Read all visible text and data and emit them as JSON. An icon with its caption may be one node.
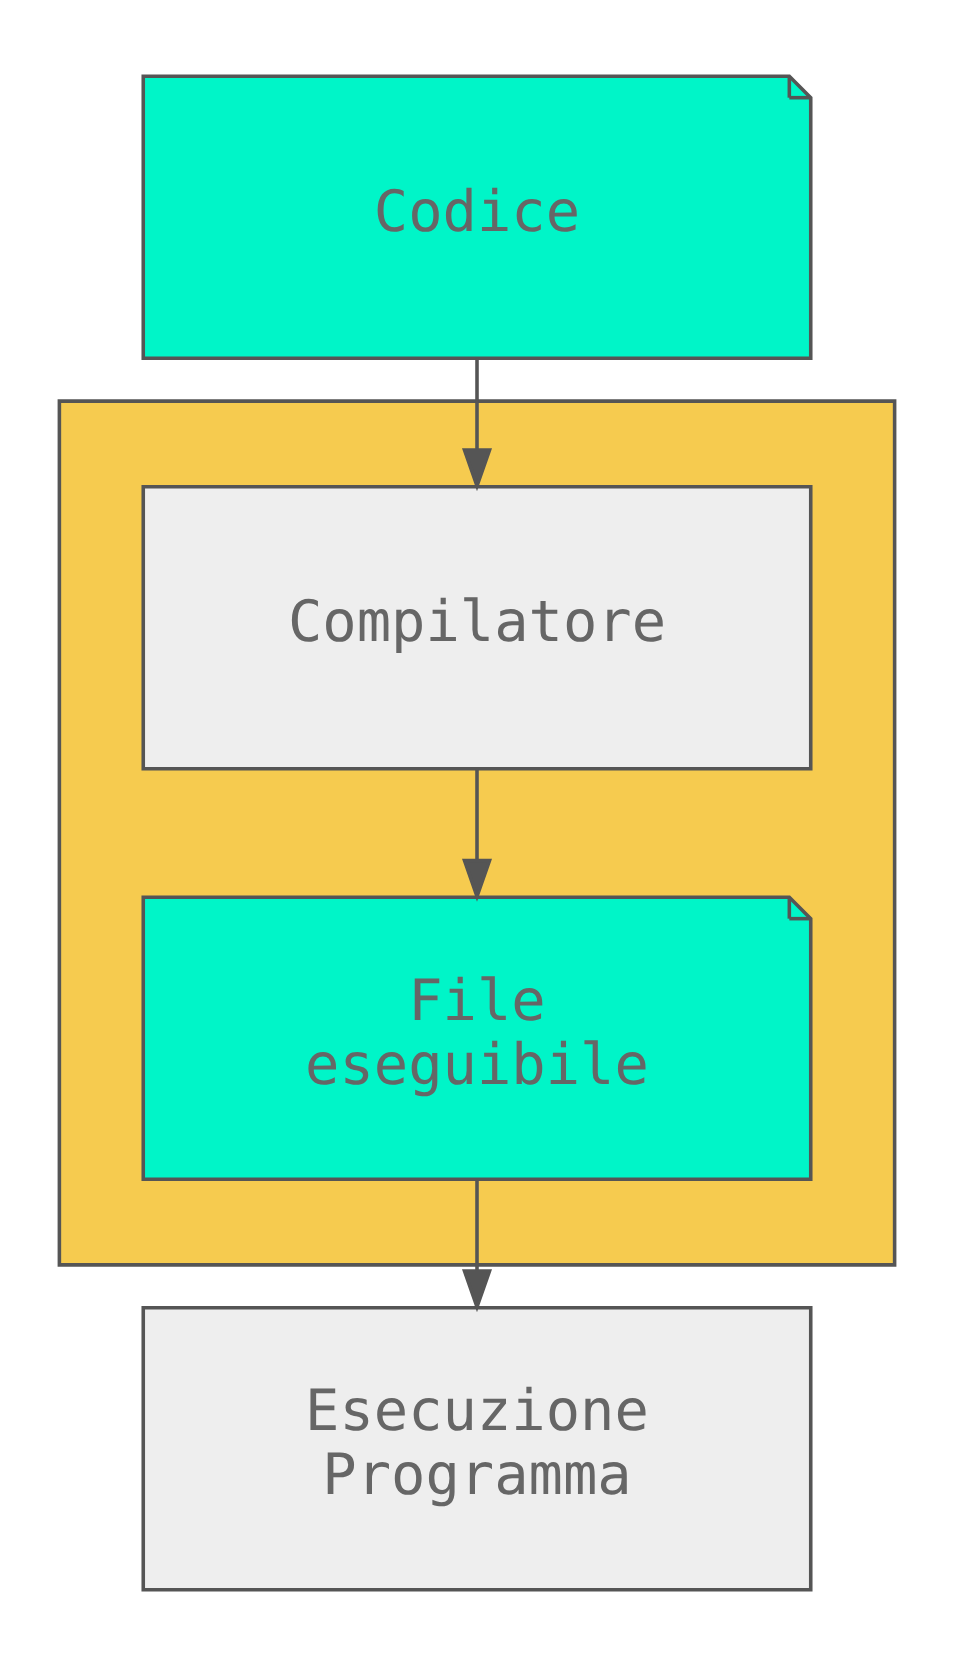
{
  "diagram": {
    "nodes": [
      {
        "text": [
          "Codice"
        ]
      },
      {
        "text": [],
        "shape": "box"
      },
      {
        "text": [
          "Compilatore"
        ],
        "in": 1
      },
      {
        "text": [
          "File eseguibile"
        ],
        "in": 1
      },
      {
        "text": [
          "Esecuzione Programma"
        ]
      }
    ],
    "edges": [
      {
        "from": 0,
        "to": 2,
        "arrow": "to"
      },
      {
        "from": 2,
        "to": 3,
        "arrow": "to"
      },
      {
        "from": 3,
        "to": 4,
        "arrow": "to"
      }
    ]
  }
}
